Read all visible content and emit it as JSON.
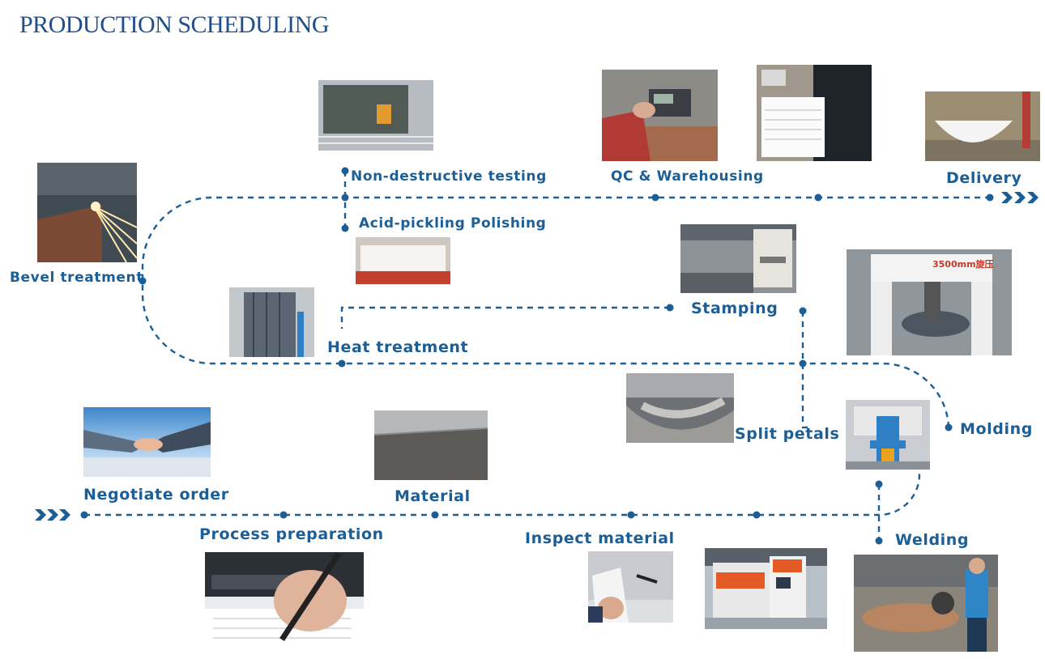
{
  "title": "PRODUCTION SCHEDULING",
  "steps": {
    "negotiate_order": "Negotiate order",
    "process_preparation": "Process preparation",
    "material": "Material",
    "inspect_material": "Inspect material",
    "welding": "Welding",
    "molding": "Molding",
    "split_petals": "Split petals",
    "stamping": "Stamping",
    "heat_treatment": "Heat treatment",
    "bevel_treatment": "Bevel treatment",
    "acid_pickling": "Acid-pickling Polishing",
    "ndt": "Non-destructive testing",
    "qc": "QC & Warehousing",
    "delivery": "Delivery"
  },
  "photo_text": {
    "molding_sign": "3500mm旋压"
  },
  "colors": {
    "accent": "#1c5e96",
    "title": "#1f4e8c"
  }
}
